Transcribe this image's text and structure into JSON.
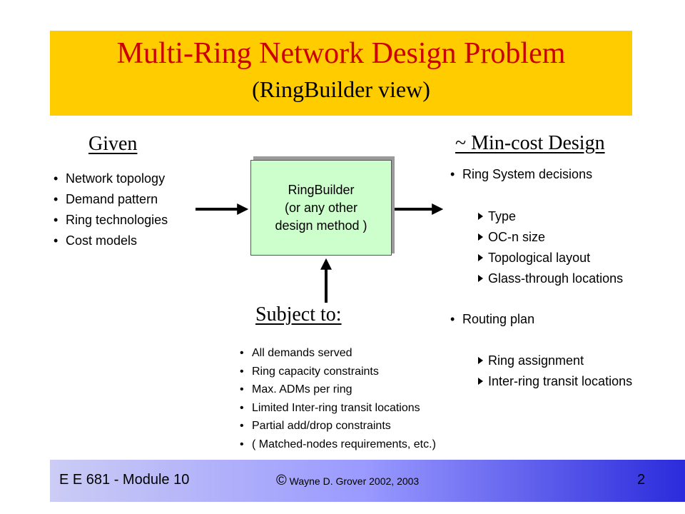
{
  "slide": {
    "title": "Multi-Ring Network Design Problem",
    "subtitle": "(RingBuilder view)"
  },
  "given": {
    "heading": "Given",
    "items": [
      "Network topology",
      "Demand pattern",
      "Ring technologies",
      "Cost models"
    ]
  },
  "method_box": {
    "lines": [
      "RingBuilder",
      "(or any other",
      "design method )"
    ]
  },
  "subject_to": {
    "heading": "Subject to:",
    "items": [
      "All demands served",
      "Ring capacity constraints",
      "Max. ADMs per ring",
      "Limited Inter-ring transit locations",
      "Partial add/drop constraints",
      "( Matched-nodes requirements, etc.)"
    ]
  },
  "design": {
    "heading": "~ Min-cost Design",
    "ring_system": {
      "label": "Ring System decisions",
      "items": [
        "Type",
        "OC-n size",
        "Topological layout",
        "Glass-through locations"
      ]
    },
    "routing": {
      "label": "Routing plan",
      "items": [
        "Ring assignment",
        "Inter-ring transit locations"
      ]
    }
  },
  "footer": {
    "course": "E E 681 - Module 10",
    "copyright_symbol": "©",
    "copyright": "Wayne D. Grover 2002, 2003",
    "page_number": "2"
  },
  "colors": {
    "title_band": "#ffcc00",
    "title_text": "#cc0000",
    "box_fill": "#ccffcc"
  }
}
